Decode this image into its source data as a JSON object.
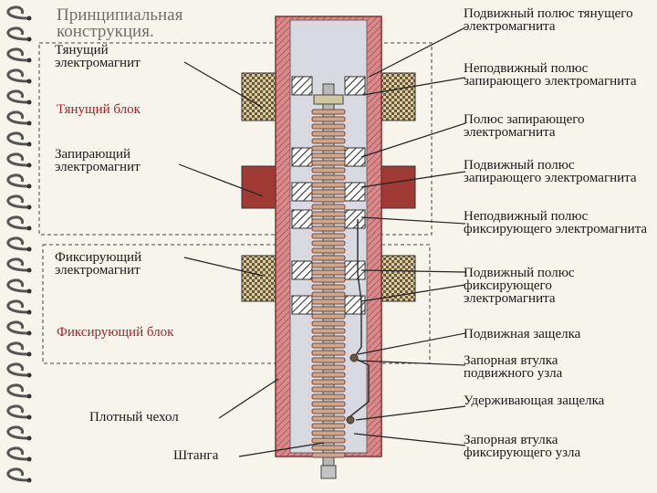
{
  "title": "Принципиальная конструкция.",
  "left_labels": {
    "pull_magnet": "Тянущий электромагнит",
    "pull_block": "Тянущий блок",
    "lock_magnet": "Запирающий электромагнит",
    "fix_magnet": "Фиксирующий электромагнит",
    "fix_block": "Фиксирующий блок",
    "tight_cover": "Плотный чехол",
    "rod": "Штанга"
  },
  "right_labels": {
    "mov_pole_pull": "Подвижный полюс тянущего электромагнита",
    "fixed_pole_lock": "Неподвижный полюс запирающего электромагнита",
    "pole_lock": "Полюс запирающего электромагнита",
    "mov_pole_lock": "Подвижный полюс запирающего электромагнита",
    "fixed_pole_fix": "Неподвижный полюс фиксирующего электромагнита",
    "mov_pole_fix": "Подвижный полюс фиксирующего электромагнита",
    "mov_latch": "Подвижная защелка",
    "lock_sleeve_mov": "Запорная втулка подвижного узла",
    "hold_latch": "Удерживающая защелка",
    "lock_sleeve_fix": "Запорная втулка фиксирующего узла"
  },
  "colors": {
    "tube": "#c06a6a",
    "tube_inner": "#d9d9e2",
    "pull_coil": "#c8ba8a",
    "lock_coil": "#a03a34",
    "fix_coil": "#c8ba8a",
    "red_text": "#b0202a",
    "spring": "#7a4a3a"
  }
}
